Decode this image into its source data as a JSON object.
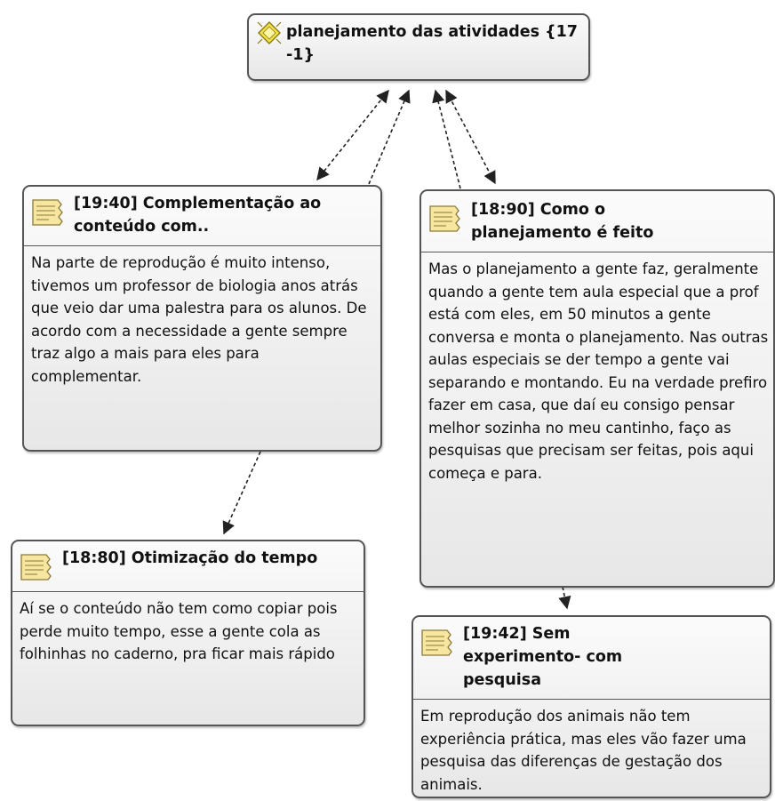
{
  "root": {
    "title": "planejamento das atividades {17 -1}",
    "icon": "code-sparkle-icon"
  },
  "memos": [
    {
      "id": "complementacao",
      "title": "[19:40] Complementação ao conteúdo com..",
      "body": "Na parte de reprodução é muito intenso, tivemos um professor de biologia anos atrás que veio dar uma palestra para os alunos. De acordo com a necessidade a gente sempre traz algo a mais para eles para complementar.",
      "icon": "memo-icon"
    },
    {
      "id": "como-planejamento",
      "title": "[18:90] Como o planejamento é feito",
      "body": "Mas o planejamento a gente faz, geralmente quando a gente tem aula especial que a prof está com eles, em 50 minutos a gente conversa e monta o planejamento. Nas outras aulas especiais se der tempo a gente vai separando e montando. Eu na verdade prefiro fazer em casa, que daí eu consigo pensar melhor sozinha no meu cantinho, faço as pesquisas que precisam ser feitas, pois aqui começa e para.",
      "icon": "memo-icon"
    },
    {
      "id": "otimizacao",
      "title": "[18:80] Otimização do tempo",
      "body": "Aí se o conteúdo não tem como copiar pois perde muito tempo, esse a gente cola as folhinhas no caderno, pra ficar mais rápido",
      "icon": "memo-icon"
    },
    {
      "id": "sem-experimento",
      "title": "[19:42] Sem experimento- com pesquisa",
      "body": "Em reprodução dos animais não tem experiência prática, mas eles vão fazer uma pesquisa das diferenças de gestação dos animais.",
      "icon": "memo-icon"
    }
  ],
  "colors": {
    "node_border": "#555555",
    "memo_icon_fill": "#f7e6a0",
    "code_icon_fill": "#f2e24a",
    "link": "#222222"
  }
}
